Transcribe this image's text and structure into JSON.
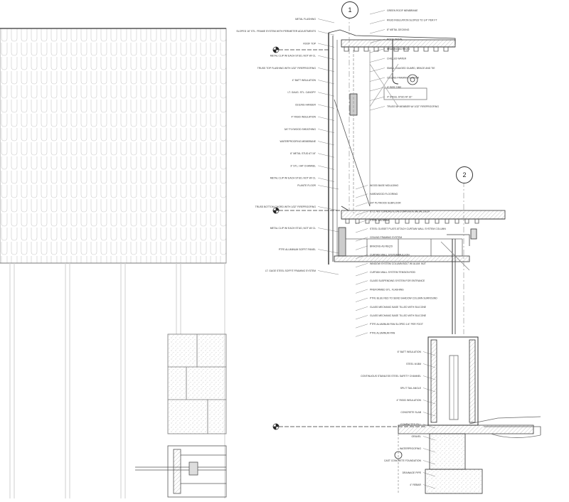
{
  "callouts": {
    "a": "1",
    "b": "2"
  },
  "annotations": {
    "top_left": [
      "METAL FLASHING",
      "SLOPED 16\" STL. FRAME SYSTEM WITH PERIMETER ADJUSTMENTS",
      "ROOF TOP",
      "METAL CLIP W/ EACH STUD, NOT W/ CL",
      "TRUSS TOP FLASHING WITH 1/32\" FIREPROOFING",
      "4\" BATT INSULATION",
      "LT. GAUG. STL. CANOPY",
      "CEILING HANGER",
      "4\" RIGID INSULATION",
      "3/4\" PLYWOOD SHEATHING",
      "WATERPROOFING MEMBRANE",
      "6\" METAL STUD AT 16\"",
      "3\" STL. HAT CHANNEL",
      "METAL CLIP W/ EACH STUD, NOT W/ CL"
    ],
    "top_right": [
      "GREEN ROOF MEMBRANE",
      "RIGID INSULATION SLOPED TO 1/4\" PER FT",
      "8\" METAL DECKING",
      "ROOF DRAIN",
      "BRACING AS REQ'D",
      "CHILLED WATER",
      "SMALL GAUGED GUARD, BRACE AND TIE",
      "CEILING FRAMING SYSTEM",
      "5\" PIPE TIRE",
      "4\" STEEL STUD AT 16\"",
      "TRUSS W/ MEMBER W/ 1/32\" FIREPROOFING"
    ],
    "middle_left": [
      "PLANTE FLOOR",
      "TRUSS BOTTOM CHORD WITH 1/32\" FIREPROOFING",
      "METAL CLIP W/ EACH STUD, NOT W/ CL",
      "PTFE ALUMINUM SOFFIT PANEL",
      "LT. GAGE STEEL SOFFIT FRAMING SYSTEM"
    ],
    "middle_right": [
      "WOOD BASE MOULDING",
      "HARDWOOD FLOORING",
      "3/4\" PLYWOOD SUBFLOOR",
      "8\" LT. WT. CONCRETE ON COMPOSITE METAL DECK",
      "STEEL W6 BEAM",
      "STEEL GUSSET PLATE ATTACH CURTAIN WALL SYSTEM COLUMN",
      "CEILING FRAMING SYSTEM",
      "BRACING AS REQ'D",
      "CURTAIN WALL SYSTEM MULLION",
      "WINDOW SYSTEM COLUMN BOLT W/ ALUM. NUT",
      "CURTAIN WALL SYSTEM TENSION ROD",
      "GLASS SUSPENDING SYSTEM FOR ENTRANCE",
      "PREFORMED STL. FLASHING",
      "PTFE BLUE RED TO SEND SHADOW COLUMN SURROUND",
      "GLASS MECHANIC BASE TILLED WITH SILICONE",
      "GLASS MECHANIC BASE TILLED WITH SILICONE",
      "PTFE ALUMINUM PAN SLOPED 1/4\" PER FOOT",
      "PTFE ALUMINUM PAN"
    ],
    "bottom": [
      "6\" BATT INSULATION",
      "STEEL W-BM",
      "CONTINUOUS STAINLESS STEEL SAFETY CHANNEL",
      "SPLIT TAIL ANGLE",
      "4\" RIGID INSULATION",
      "CONCRETE SLAB",
      "COMPACTED FILL",
      "GRAVEL",
      "WATERPROOFING",
      "CAST CONCRETE FOUNDATION",
      "DRAINAGE PIPE",
      "4\" REBAR"
    ]
  }
}
